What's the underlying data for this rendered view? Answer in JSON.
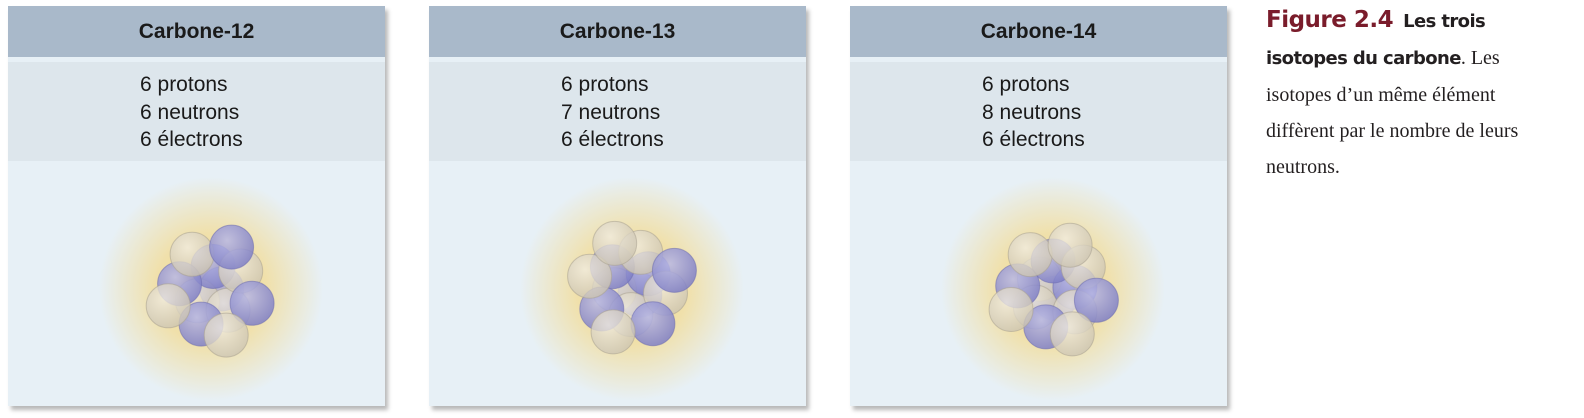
{
  "isotopes": [
    {
      "title": "Carbone-12",
      "protons": "6 protons",
      "neutrons": "6 neutrons",
      "electrons": "6 électrons",
      "proton_count": 6,
      "neutron_count": 6
    },
    {
      "title": "Carbone-13",
      "protons": "6 protons",
      "neutrons": "7 neutrons",
      "electrons": "6 électrons",
      "proton_count": 6,
      "neutron_count": 7
    },
    {
      "title": "Carbone-14",
      "protons": "6 protons",
      "neutrons": "8 neutrons",
      "electrons": "6 électrons",
      "proton_count": 6,
      "neutron_count": 8
    }
  ],
  "caption": {
    "figure_label": "Figure 2.4",
    "title_line1": "Les trois",
    "title_line2": "isotopes du carbone",
    "line2_suffix": ". Les",
    "line3": "isotopes d’un même élément",
    "line4": "diffèrent par le nombre de leurs",
    "line5": "neutrons."
  },
  "colors": {
    "header_bg": "#a9b9ca",
    "info_bg": "#dde6ec",
    "panel_bg": "#e7f0f6",
    "proton": "#7f7fc6",
    "neutron": "#cdc5b2",
    "glow": "#f6d67a",
    "figure_label": "#7a1c2b"
  }
}
